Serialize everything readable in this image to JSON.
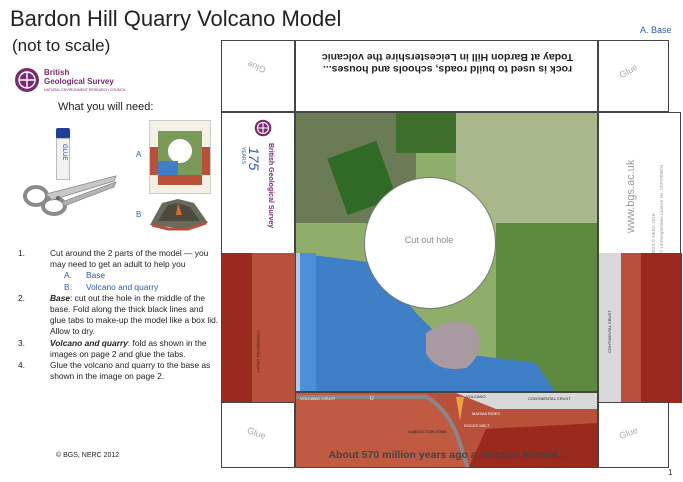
{
  "header": {
    "title": "Bardon Hill Quarry Volcano Model",
    "subtitle": "(not to scale)",
    "part_label": "A. Base"
  },
  "bgs_logo": {
    "line1": "British",
    "line2": "Geological Survey",
    "line3": "NATURAL ENVIRONMENT RESEARCH COUNCIL"
  },
  "needs": {
    "heading": "What you will need:",
    "glue_label": "GLUE",
    "tag_a": "A",
    "tag_b": "B"
  },
  "steps": [
    {
      "num": "1.",
      "text": "Cut around the 2 parts of the model — you may need to get an adult to help you",
      "subs": [
        {
          "k": "A.",
          "t": "Base"
        },
        {
          "k": "B.",
          "t": "Volcano and quarry"
        }
      ]
    },
    {
      "num": "2.",
      "bold": "Base",
      "text": ": cut out the hole in the middle of the base. Fold along the thick black lines and glue tabs to make-up the model like a box lid. Allow to dry."
    },
    {
      "num": "3.",
      "bold": "Volcano and quarry",
      "text": ": fold as shown in the images on page 2 and glue the tabs."
    },
    {
      "num": "4.",
      "text": "Glue the volcano and quarry to the base as shown in the image on page 2."
    }
  ],
  "copyright": "© BGS, NERC 2012",
  "page_number": "1",
  "model": {
    "glue": "Glue",
    "top_text_1": "Today at Bardon Hill in Leicestershire the volcanic",
    "top_text_2": "rock is used to build roads, schools and houses...",
    "cut_hole": "Cut out hole",
    "bottom_text": "About 570 million years ago a volcano formed...",
    "website": "www.bgs.ac.uk",
    "licence_1": "BGS © NERC 2010",
    "licence_2": "© UKPerspectives Licence No. UKP2006/01",
    "anniv": "175",
    "anniv_years": "YEARS",
    "crust_left": "CONTINENTAL CRUST",
    "crust_right": "CONTINENTAL CRUST",
    "label_volcanic_crust": "VOLCANIC CRUST",
    "label_volcano": "VOLCANO",
    "label_continental_crust": "CONTINENTAL CRUST",
    "label_magma": "MAGMA RISES",
    "label_rocks_melt": "ROCKS MELT",
    "label_subduction": "SUBDUCTION ZONE",
    "label_u": "U"
  },
  "colors": {
    "brand_purple": "#7a2a6e",
    "accent_blue": "#2d5ca8",
    "rock_red": "#b8503a",
    "dark_red": "#9a2a1e",
    "sea": "#3f7fc8"
  }
}
